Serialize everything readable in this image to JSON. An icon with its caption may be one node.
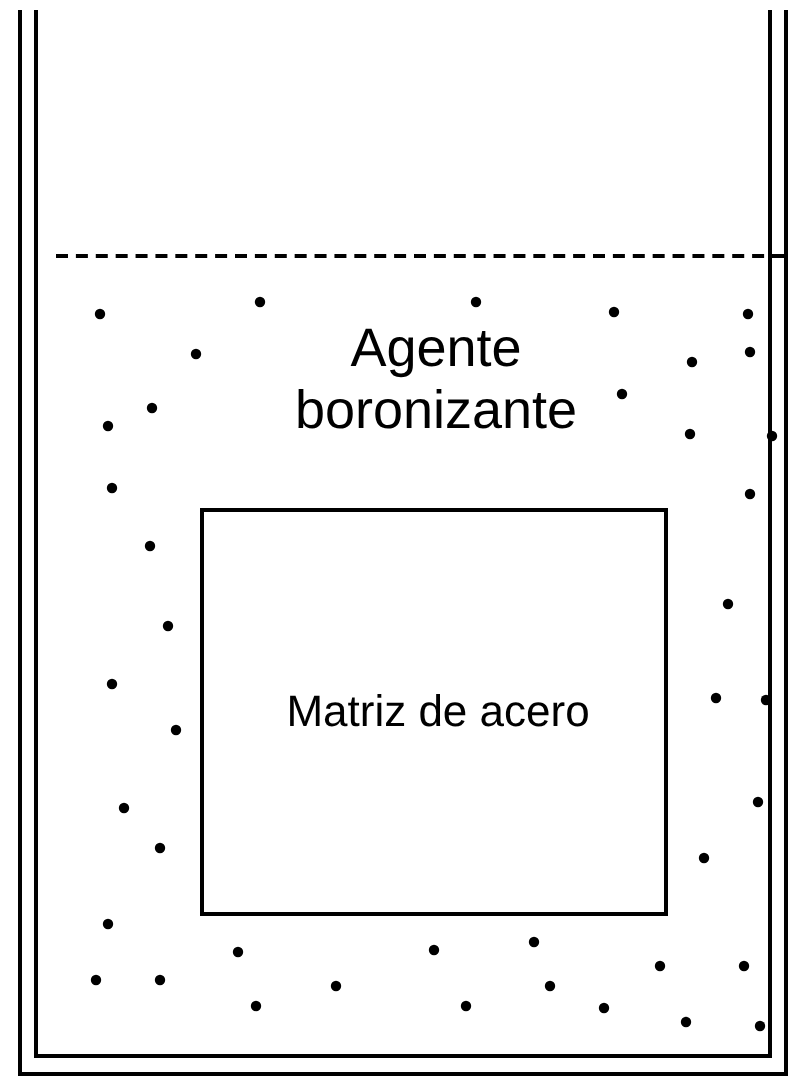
{
  "diagram": {
    "nodes": [
      {
        "text": [
          "Agente boronizante"
        ]
      },
      {
        "text": [
          "Matriz de acero"
        ],
        "in": 0
      }
    ]
  }
}
